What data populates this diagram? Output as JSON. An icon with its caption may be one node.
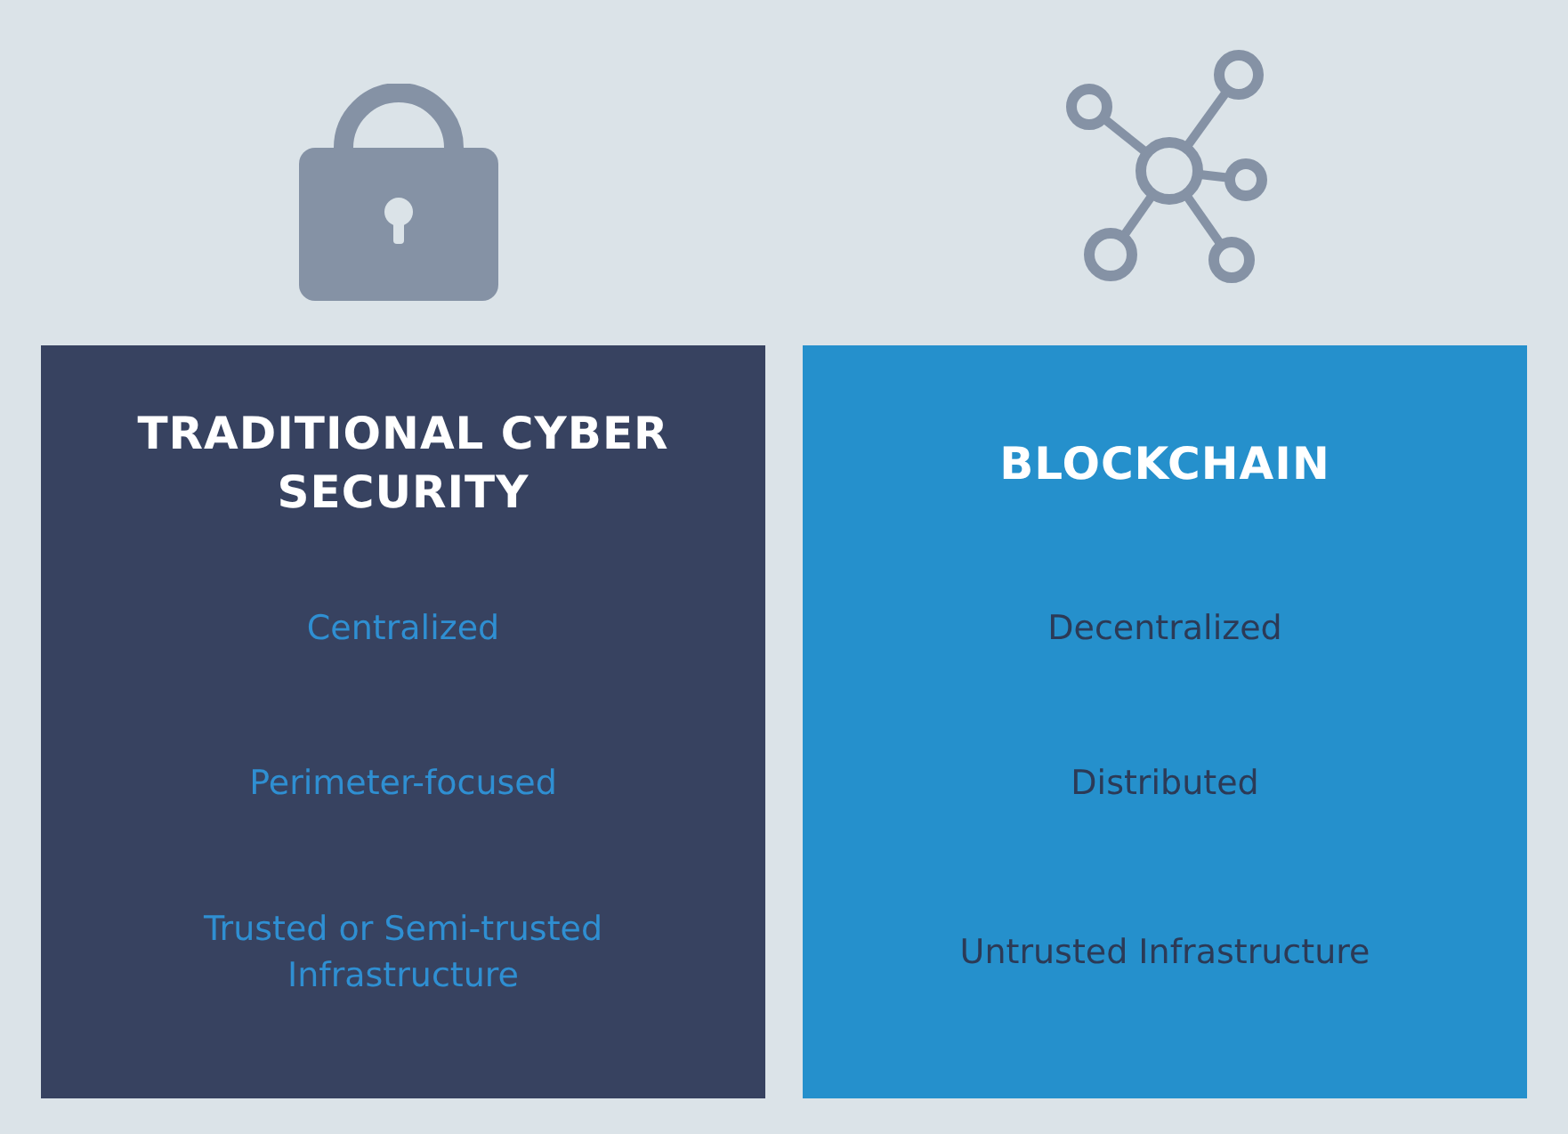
{
  "diagram": {
    "nodes": [
      {
        "text": [
          "TRADITIONAL CYBER SECURITY",
          "Centralized",
          "Perimeter-focused",
          "Trusted or Semi-trusted Infrastructure"
        ]
      },
      {
        "text": [
          "BLOCKCHAIN",
          "Decentralized",
          "Distributed",
          "Untrusted Infrastructure"
        ]
      }
    ]
  }
}
